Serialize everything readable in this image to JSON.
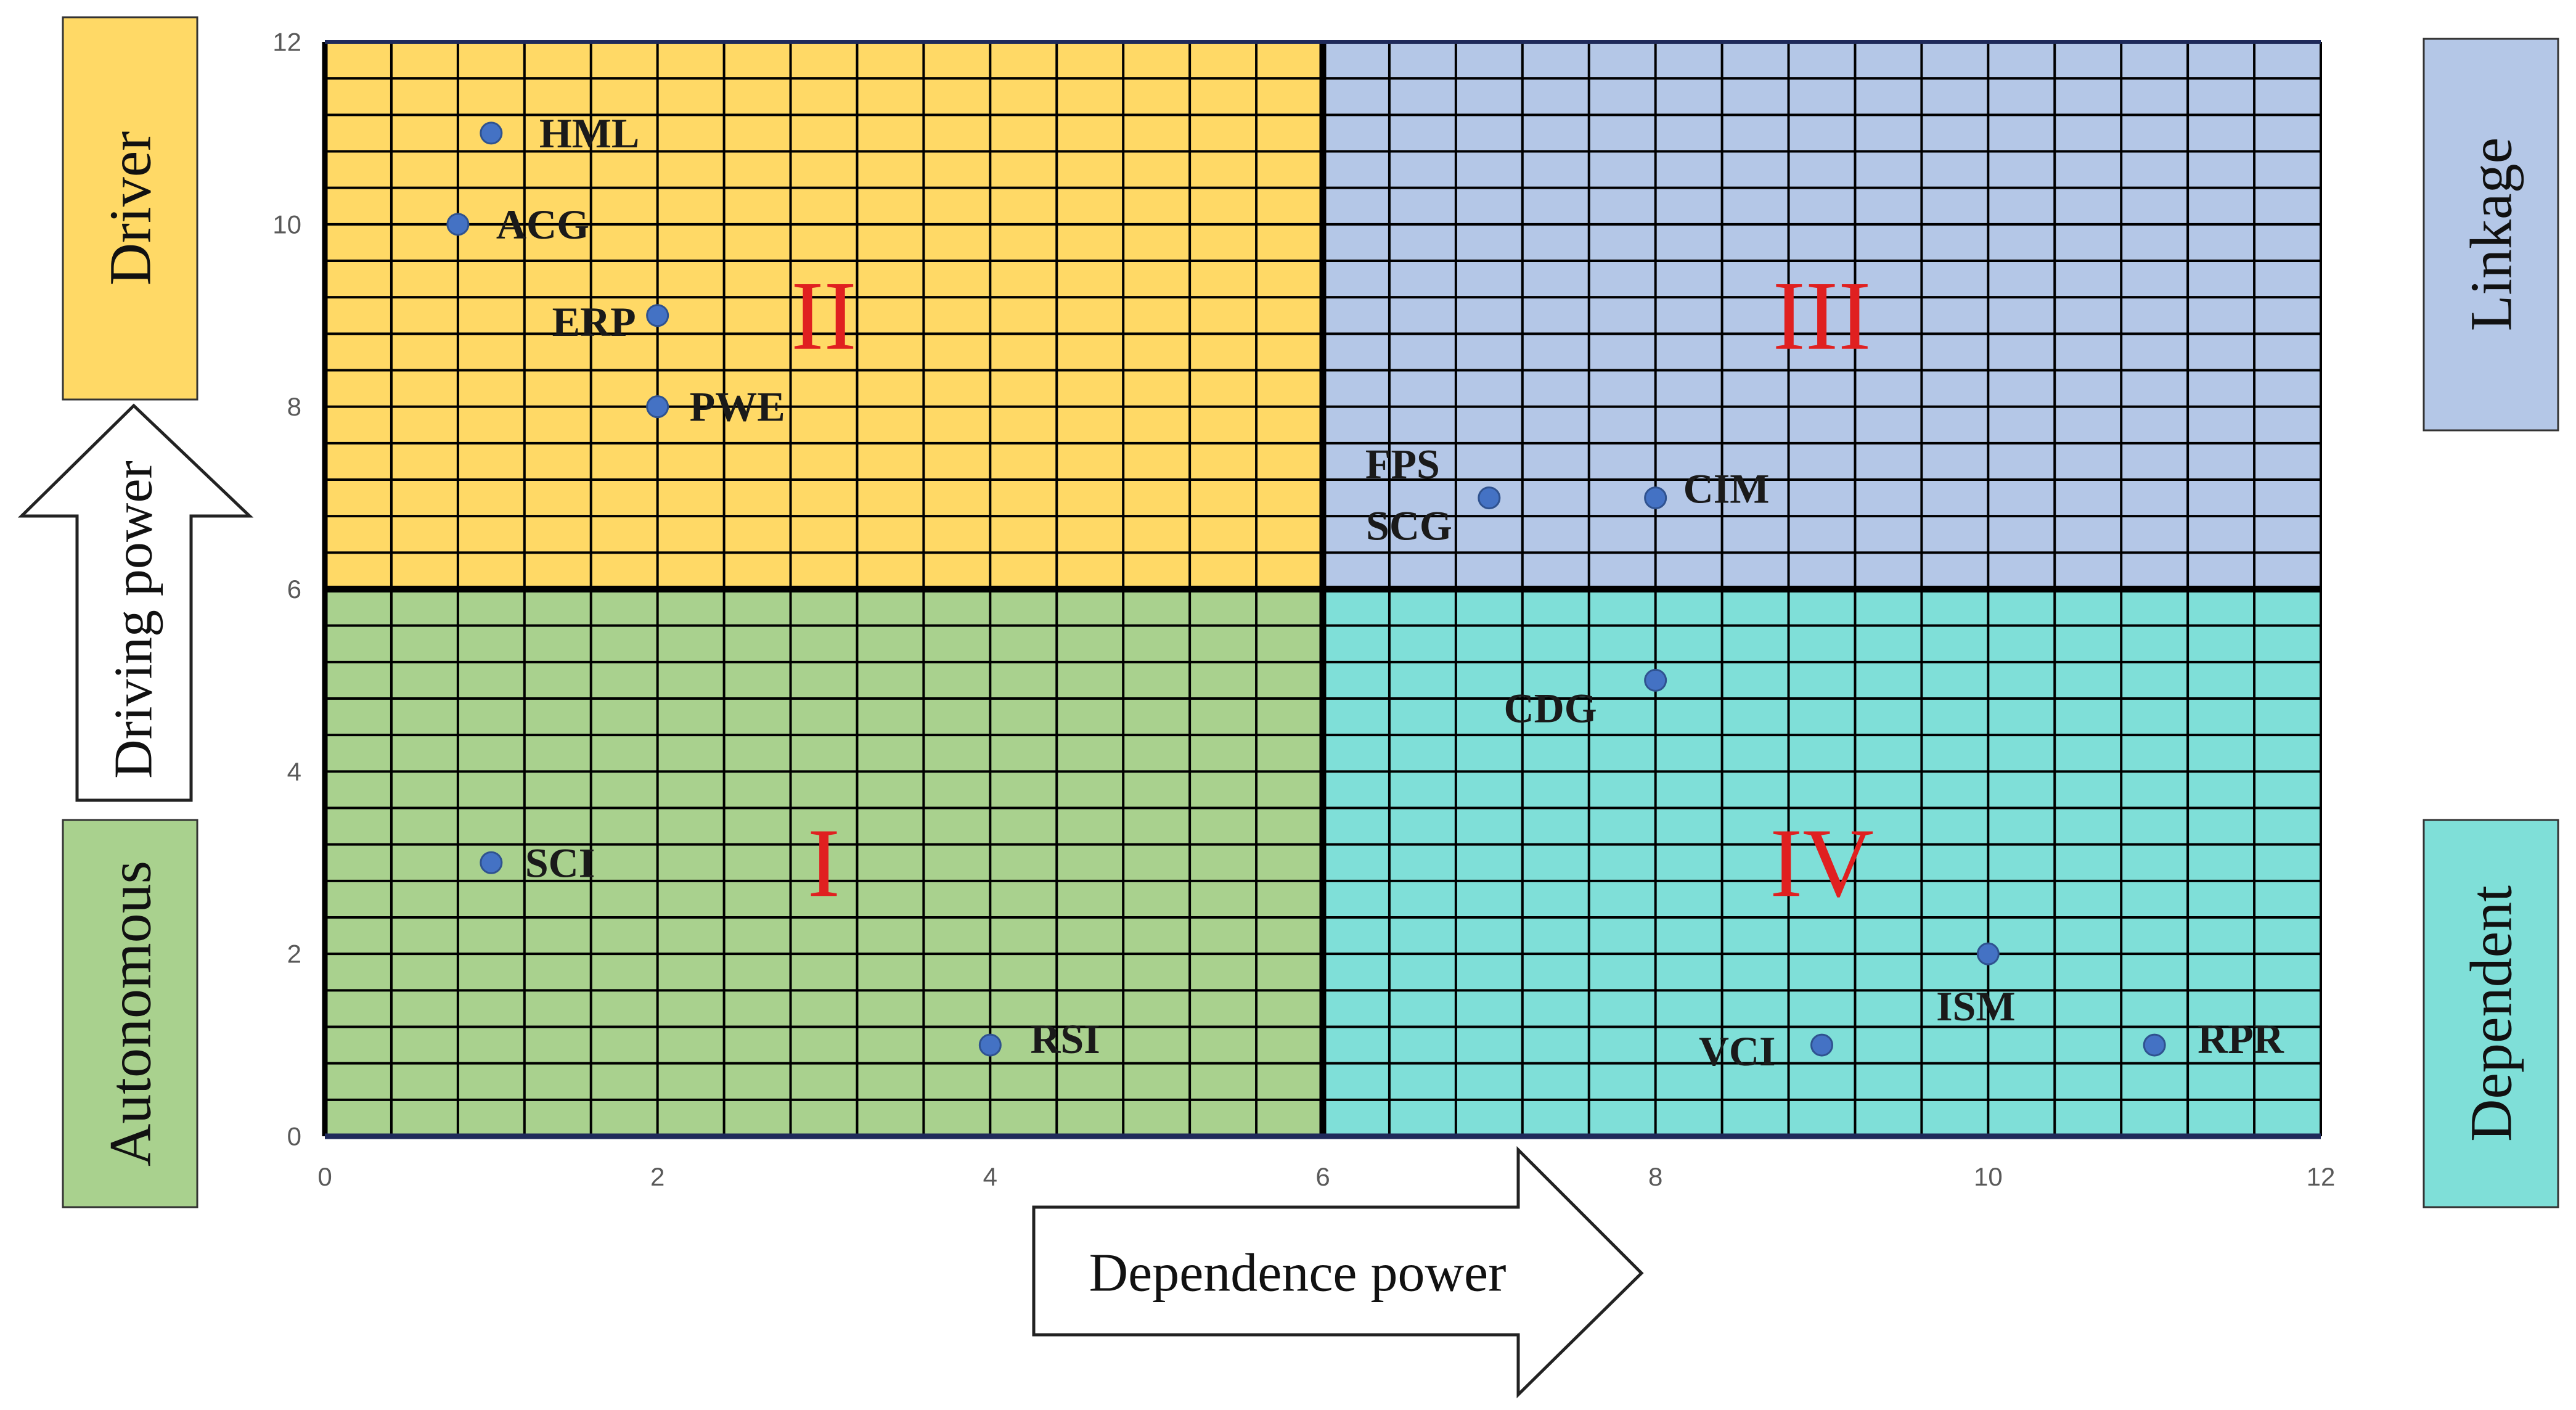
{
  "chart_data": {
    "type": "scatter",
    "xlabel": "Dependence power",
    "ylabel": "Driving power",
    "xlim": [
      0,
      12
    ],
    "ylim": [
      0,
      12
    ],
    "xticks": [
      0,
      2,
      4,
      6,
      8,
      10,
      12
    ],
    "yticks": [
      0,
      2,
      4,
      6,
      8,
      10,
      12
    ],
    "grid": true,
    "points": [
      {
        "label": "HML",
        "x": 1,
        "y": 11
      },
      {
        "label": "ACG",
        "x": 0.8,
        "y": 10
      },
      {
        "label": "ERP",
        "x": 2,
        "y": 9
      },
      {
        "label": "PWE",
        "x": 2,
        "y": 8
      },
      {
        "label": "FPS",
        "x": 7,
        "y": 7
      },
      {
        "label": "SCG",
        "x": 7,
        "y": 7
      },
      {
        "label": "CIM",
        "x": 8,
        "y": 7
      },
      {
        "label": "CDG",
        "x": 8,
        "y": 5
      },
      {
        "label": "SCI",
        "x": 1,
        "y": 3
      },
      {
        "label": "RSI",
        "x": 4,
        "y": 1
      },
      {
        "label": "ISM",
        "x": 10,
        "y": 2
      },
      {
        "label": "VCI",
        "x": 9,
        "y": 1
      },
      {
        "label": "RPR",
        "x": 11,
        "y": 1
      }
    ],
    "quadrants": [
      {
        "numeral": "I",
        "name": "Autonomous",
        "color": "#a9d18e"
      },
      {
        "numeral": "II",
        "name": "Driver",
        "color": "#ffd966"
      },
      {
        "numeral": "III",
        "name": "Linkage",
        "color": "#b4c7e7"
      },
      {
        "numeral": "IV",
        "name": "Dependent",
        "color": "#7fdfd8"
      }
    ],
    "point_color": "#4472c4",
    "numeral_color": "#e02020"
  }
}
